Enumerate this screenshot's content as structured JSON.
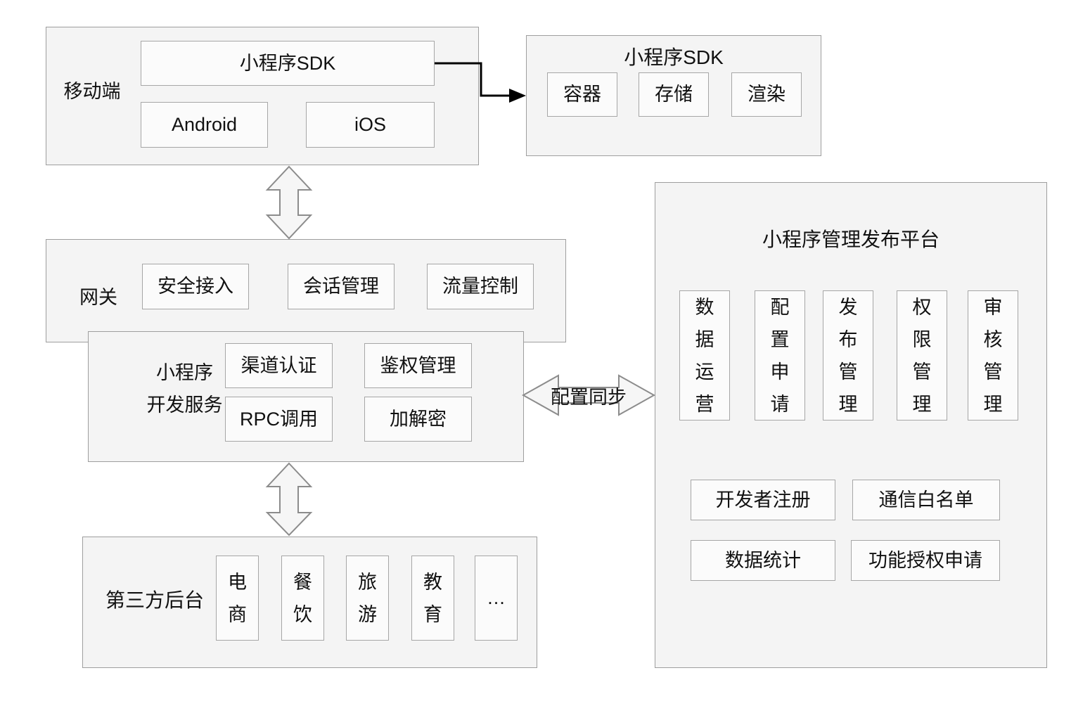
{
  "colors": {
    "outer_fill": "#f4f4f4",
    "inner_fill": "#fbfbfb",
    "outer_border": "#9e9e9e",
    "inner_border": "#a6a6a6",
    "block_arrow_fill": "#f6f6f6",
    "block_arrow_stroke": "#8c8c8c",
    "connector": "#000000",
    "text": "#111111"
  },
  "mobile": {
    "label": "移动端",
    "sdk": "小程序SDK",
    "android": "Android",
    "ios": "iOS"
  },
  "sdk_detail": {
    "title": "小程序SDK",
    "modules": [
      "容器",
      "存储",
      "渲染"
    ]
  },
  "gateway": {
    "label": "网关",
    "modules": [
      "安全接入",
      "会话管理",
      "流量控制"
    ]
  },
  "dev_service": {
    "label": "小程序\n开发服务",
    "modules": [
      "渠道认证",
      "鉴权管理",
      "RPC调用",
      "加解密"
    ]
  },
  "sync_arrow": {
    "label": "配置同步"
  },
  "platform": {
    "title": "小程序管理发布平台",
    "vertical_modules": [
      "数据运营",
      "配置申请",
      "发布管理",
      "权限管理",
      "审核管理"
    ],
    "bottom_modules": [
      "开发者注册",
      "通信白名单",
      "数据统计",
      "功能授权申请"
    ]
  },
  "third_party": {
    "label": "第三方后台",
    "modules": [
      "电商",
      "餐饮",
      "旅游",
      "教育",
      "…"
    ]
  }
}
